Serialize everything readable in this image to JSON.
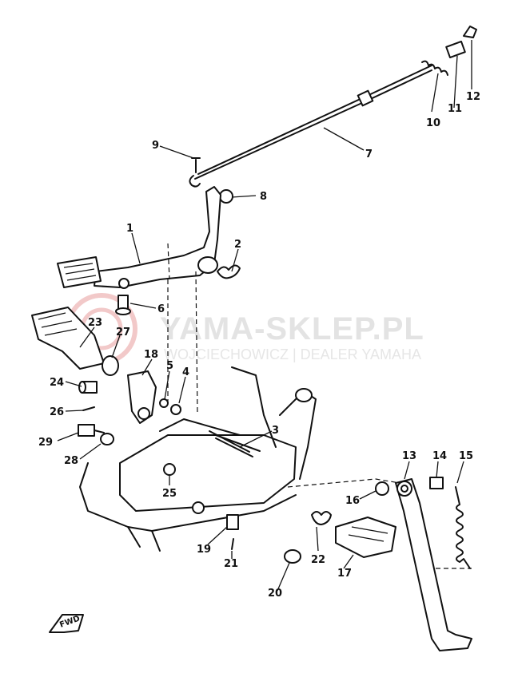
{
  "watermark": {
    "title": "YAMA-SKLEP.PL",
    "subtitle": "WOJCIECHOWICZ | DEALER YAMAHA"
  },
  "fwd_label": "FWD",
  "callouts": [
    {
      "id": "c1",
      "label": "1"
    },
    {
      "id": "c2",
      "label": "2"
    },
    {
      "id": "c3",
      "label": "3"
    },
    {
      "id": "c4",
      "label": "4"
    },
    {
      "id": "c5",
      "label": "5"
    },
    {
      "id": "c6",
      "label": "6"
    },
    {
      "id": "c7",
      "label": "7"
    },
    {
      "id": "c8",
      "label": "8"
    },
    {
      "id": "c9",
      "label": "9"
    },
    {
      "id": "c10",
      "label": "10"
    },
    {
      "id": "c11",
      "label": "11"
    },
    {
      "id": "c12",
      "label": "12"
    },
    {
      "id": "c13",
      "label": "13"
    },
    {
      "id": "c14",
      "label": "14"
    },
    {
      "id": "c15",
      "label": "15"
    },
    {
      "id": "c16",
      "label": "16"
    },
    {
      "id": "c17",
      "label": "17"
    },
    {
      "id": "c18",
      "label": "18"
    },
    {
      "id": "c19",
      "label": "19"
    },
    {
      "id": "c20",
      "label": "20"
    },
    {
      "id": "c21",
      "label": "21"
    },
    {
      "id": "c22",
      "label": "22"
    },
    {
      "id": "c23",
      "label": "23"
    },
    {
      "id": "c24",
      "label": "24"
    },
    {
      "id": "c25",
      "label": "25"
    },
    {
      "id": "c26",
      "label": "26"
    },
    {
      "id": "c27",
      "label": "27"
    },
    {
      "id": "c28",
      "label": "28"
    },
    {
      "id": "c29",
      "label": "29"
    }
  ]
}
